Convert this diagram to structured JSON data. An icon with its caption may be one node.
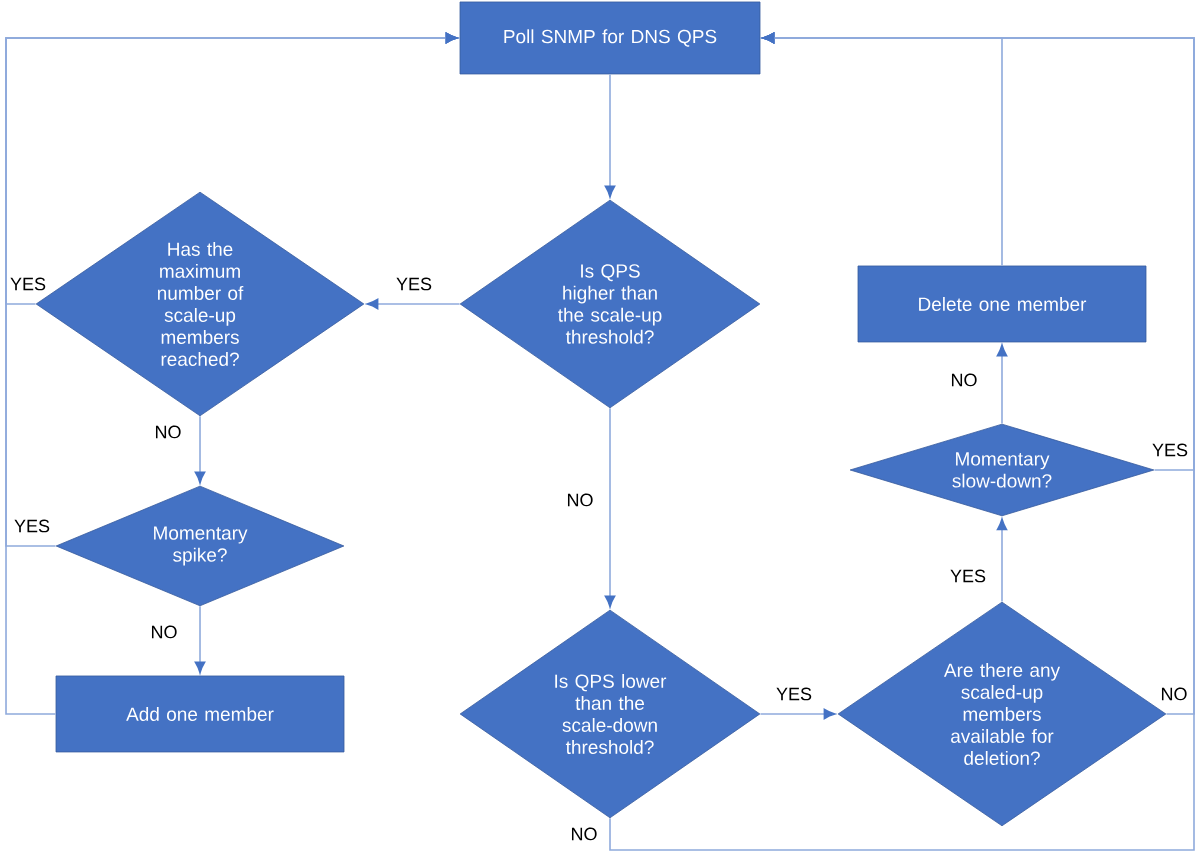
{
  "diagram": {
    "nodes": [
      {
        "text": [
          "Poll SNMP for DNS QPS"
        ]
      },
      {
        "text": [
          "Is QPS higher than the scale-up threshold?"
        ]
      },
      {
        "text": [
          "Has the maximum number of scale-up members reached?"
        ]
      },
      {
        "text": [
          "Momentary spike?"
        ]
      },
      {
        "text": [
          "Add one member"
        ]
      },
      {
        "text": [
          "Is QPS lower than the scale-down threshold?"
        ]
      },
      {
        "text": [
          "Are there any scaled-up members available for deletion?"
        ]
      },
      {
        "text": [
          "Momentary slow-down?"
        ]
      },
      {
        "text": [
          "Delete one member"
        ]
      }
    ],
    "edges": [
      {
        "from": 0,
        "to": 1,
        "arrow": "to"
      },
      {
        "from": 1,
        "to": 2,
        "arrow": "to",
        "label": "YES"
      },
      {
        "from": 1,
        "to": 5,
        "arrow": "to",
        "label": "NO"
      },
      {
        "from": 2,
        "to": 0,
        "arrow": "to",
        "label": "YES"
      },
      {
        "from": 2,
        "to": 3,
        "arrow": "to",
        "label": "NO"
      },
      {
        "from": 3,
        "to": 0,
        "arrow": "to",
        "label": "YES"
      },
      {
        "from": 3,
        "to": 4,
        "arrow": "to",
        "label": "NO"
      },
      {
        "from": 4,
        "to": 0,
        "arrow": "to"
      },
      {
        "from": 5,
        "to": 6,
        "arrow": "to",
        "label": "YES"
      },
      {
        "from": 5,
        "to": 0,
        "arrow": "to",
        "label": "NO"
      },
      {
        "from": 6,
        "to": 7,
        "arrow": "to",
        "label": "YES"
      },
      {
        "from": 6,
        "to": 0,
        "arrow": "to",
        "label": "NO"
      },
      {
        "from": 7,
        "to": 8,
        "arrow": "to",
        "label": "NO"
      },
      {
        "from": 7,
        "to": 0,
        "arrow": "to",
        "label": "YES"
      },
      {
        "from": 8,
        "to": 0,
        "arrow": "to"
      }
    ]
  }
}
